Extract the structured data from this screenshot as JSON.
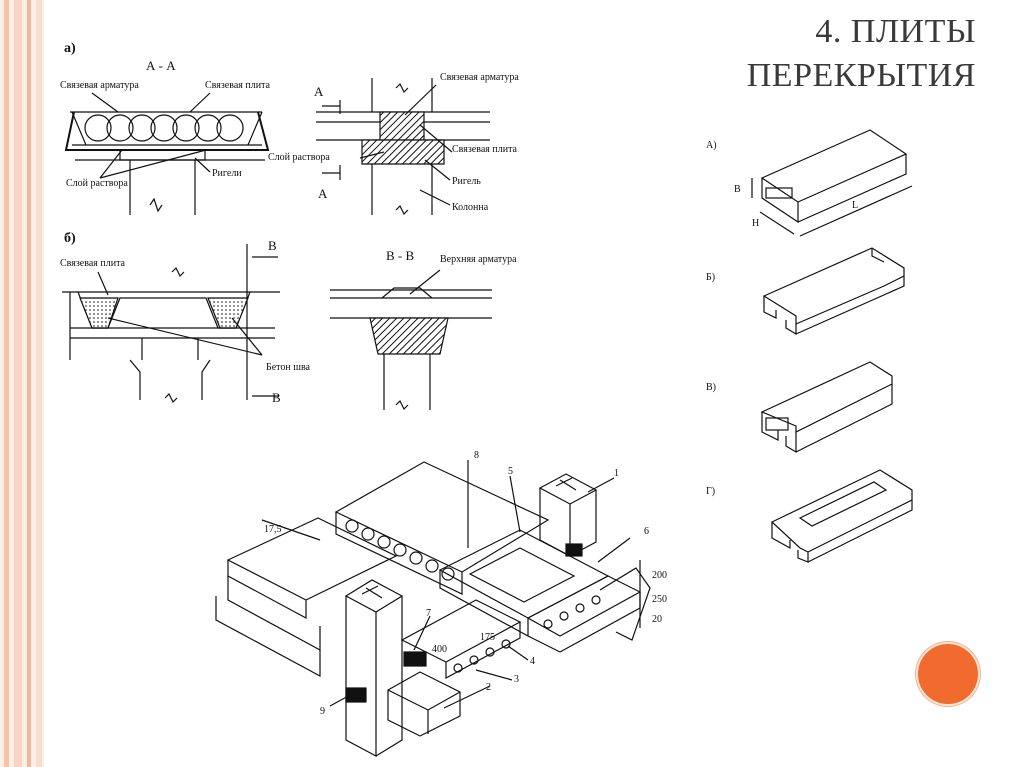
{
  "slide": {
    "title_line1": "4. ПЛИТЫ",
    "title_line2": "ПЕРЕКРЫТИЯ"
  },
  "figure_a": {
    "label": "а)",
    "section_mark": "А - А",
    "texts": [
      "Связевая арматура",
      "Связевая плита",
      "Слой раствора",
      "Ригели",
      "Связевая арматура",
      "Связевая плита",
      "Слой раствора",
      "Ригель",
      "Колонна",
      "А",
      "А"
    ]
  },
  "figure_b": {
    "label": "б)",
    "section_mark": "В - В",
    "texts": [
      "Связевая плита",
      "Бетон шва",
      "Верхняя арматура",
      "В",
      "В"
    ]
  },
  "slab_types": {
    "labels": [
      "А)",
      "Б)",
      "В)",
      "Г)"
    ],
    "dims": [
      "В",
      "Н",
      "L"
    ]
  },
  "assembly": {
    "callouts": [
      "1",
      "2",
      "3",
      "4",
      "5",
      "6",
      "7",
      "8",
      "9"
    ],
    "dims": [
      "17,5",
      "200",
      "250",
      "20",
      "175",
      "400"
    ]
  },
  "colors": {
    "title": "#3a3a3a",
    "accent_dot": "#f26b2e",
    "stripe": "#f8c9b4"
  }
}
